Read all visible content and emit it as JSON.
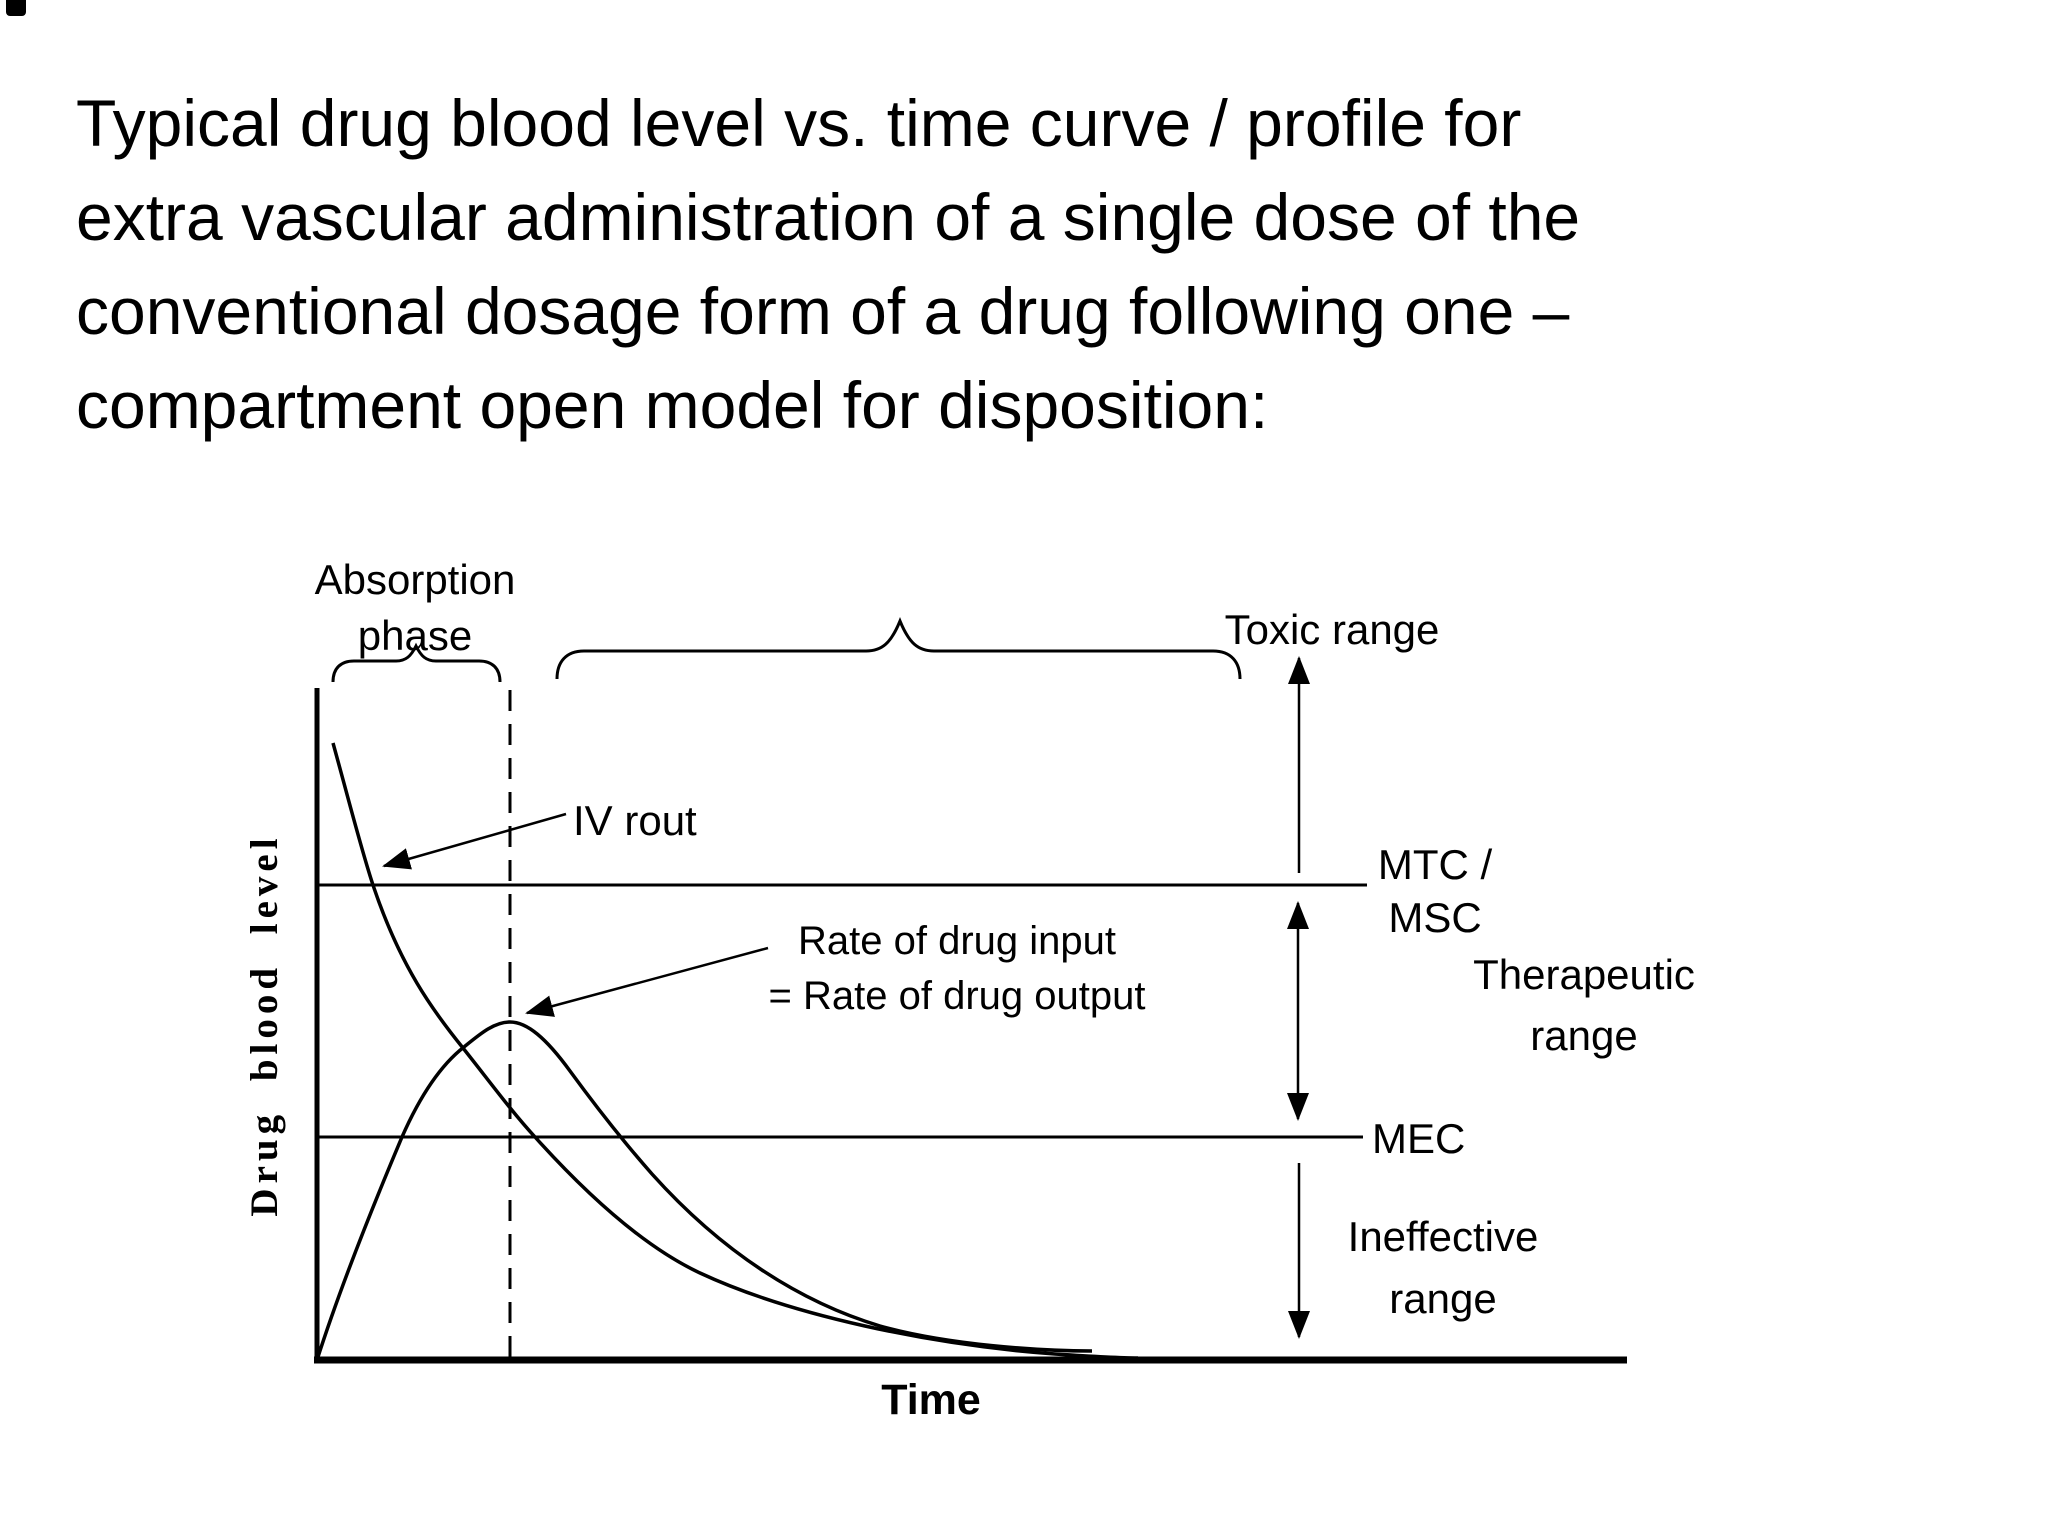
{
  "slide": {
    "background_color": "#ffffff",
    "ink_color": "#000000",
    "title_lines": [
      "Typical drug blood level vs. time curve / profile for",
      "extra vascular administration of a single dose of the",
      "conventional dosage form of a drug following one –",
      "compartment open model for disposition:"
    ]
  },
  "diagram": {
    "y_axis_label": "Drug blood level",
    "x_axis_label": "Time",
    "absorption_phase": [
      "Absorption",
      "phase"
    ],
    "toxic_range": "Toxic range",
    "mtc_msc": [
      "MTC /",
      "MSC"
    ],
    "therapeutic_range": [
      "Therapeutic",
      "range"
    ],
    "mec": "MEC",
    "ineffective_range": [
      "Ineffective",
      "range"
    ],
    "iv_route": "IV rout",
    "rate_equilibrium": [
      "Rate of drug input",
      "= Rate of drug output"
    ],
    "chart_data": {
      "type": "line",
      "title": "Drug blood level vs. time after a single extravascular dose (one-compartment open model), IV route shown for comparison",
      "xlabel": "Time",
      "ylabel": "Drug blood level",
      "axis_tick_labels": "none (qualitative sketch, no numeric values shown)",
      "series": [
        {
          "name": "IV rout",
          "shape": "starts at maximum at time zero and declines exponentially toward the time axis"
        },
        {
          "name": "Extravascular conventional dosage form",
          "shape": "rises from zero during absorption phase, peaks at the dashed line where rate of drug input = rate of drug output, then declines toward the time axis"
        }
      ],
      "reference_lines": [
        {
          "label": "MTC / MSC",
          "meaning": "upper horizontal line, top of therapeutic range"
        },
        {
          "label": "MEC",
          "meaning": "lower horizontal line, bottom of therapeutic range"
        }
      ],
      "regions": [
        "Toxic range (above MTC / MSC)",
        "Therapeutic range (between MTC / MSC and MEC)",
        "Ineffective range (below MEC)"
      ],
      "annotations": [
        "Absorption phase brace from time zero to peak-time dashed line",
        "Large brace over post-absorption region",
        "Arrow from 'IV rout' label to IV curve",
        "Arrow from 'Rate of drug input = Rate of drug output' label to peak of extravascular curve"
      ],
      "legend_position": "labels annotated directly on figure",
      "grid": false
    }
  }
}
